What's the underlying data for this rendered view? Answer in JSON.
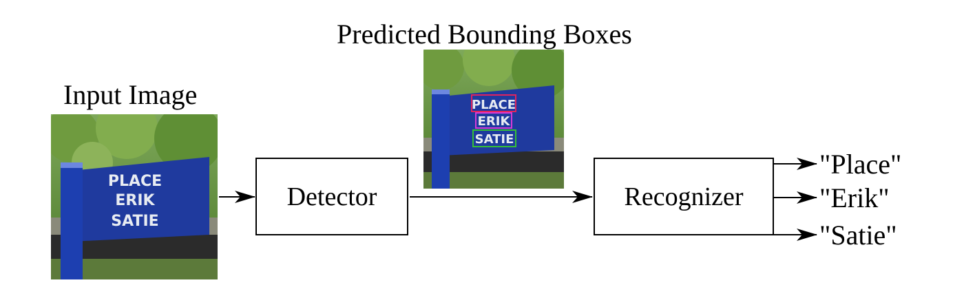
{
  "labels": {
    "input_image": "Input Image",
    "predicted_boxes": "Predicted Bounding Boxes"
  },
  "blocks": {
    "detector": "Detector",
    "recognizer": "Recognizer"
  },
  "sign_text": [
    "PLACE",
    "ERIK",
    "SATIE"
  ],
  "outputs": [
    "\"Place\"",
    "\"Erik\"",
    "\"Satie\""
  ],
  "colors": {
    "sign_blue": "#1f3a9e",
    "post_blue": "#1d3fb0",
    "foliage": "#5b8a2e",
    "box_place": "#e0245e",
    "box_erik": "#d63bd6",
    "box_satie": "#35c235"
  }
}
